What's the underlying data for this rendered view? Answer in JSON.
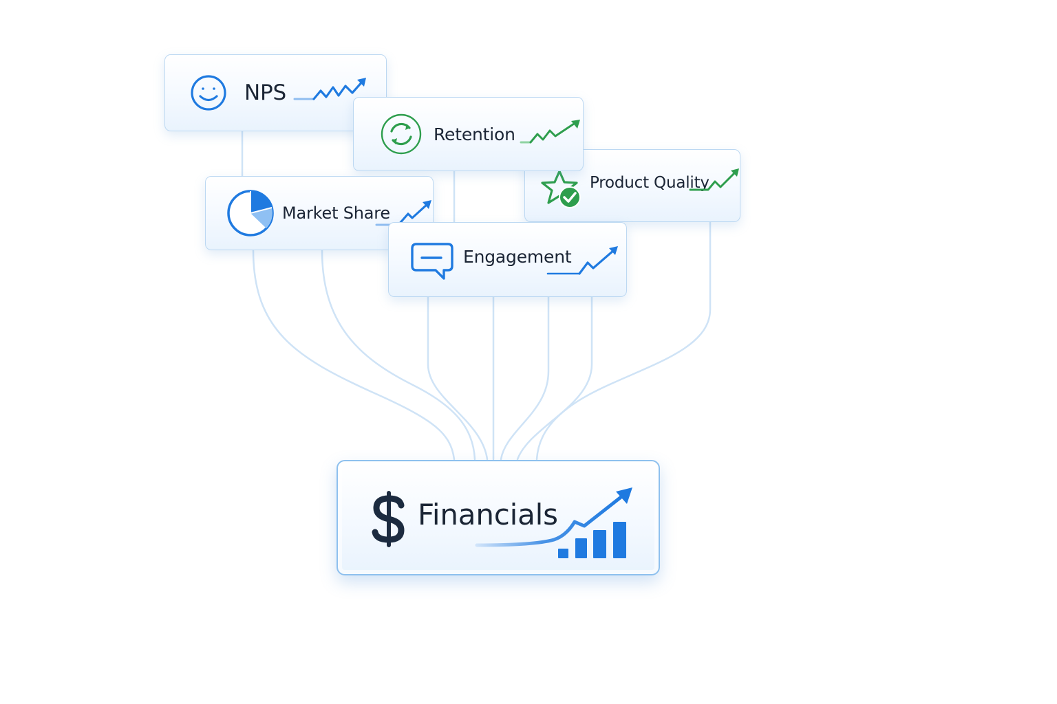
{
  "nodes": {
    "nps": {
      "label": "NPS",
      "icon": "smiley-face-icon",
      "accent": "#1f7ae0"
    },
    "retention": {
      "label": "Retention",
      "icon": "circular-arrows-icon",
      "accent": "#2e9e4d"
    },
    "product_quality": {
      "label": "Product Quality",
      "icon": "star-checkmark-icon",
      "accent": "#2e9e4d"
    },
    "market_share": {
      "label": "Market Share",
      "icon": "pie-chart-icon",
      "accent": "#1f7ae0"
    },
    "engagement": {
      "label": "Engagement",
      "icon": "chat-bubble-icon",
      "accent": "#1f7ae0"
    }
  },
  "target": {
    "label": "Financials",
    "icon": "dollar-sign-icon",
    "accent": "#1f7ae0"
  },
  "colors": {
    "connector": "#cfe3f6",
    "card_border": "#bcd8f2",
    "text": "#1b2535",
    "dollar": "#1c2b40"
  }
}
